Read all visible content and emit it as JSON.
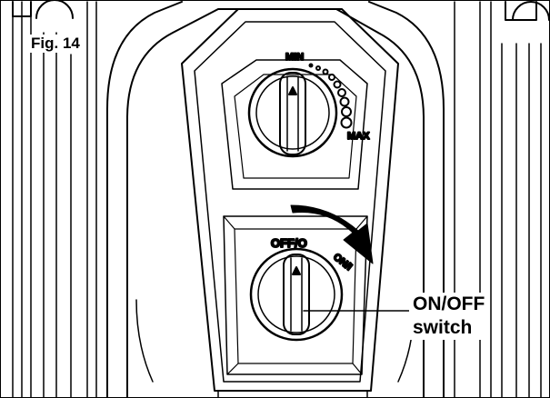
{
  "figure_label": "Fig. 14",
  "speed_dial": {
    "min_label": "MIN",
    "max_label": "MAX"
  },
  "power_dial": {
    "off_label": "OFF/O",
    "on_label": "ON/I"
  },
  "callout": {
    "line1": "ON/OFF",
    "line2": "switch"
  },
  "colors": {
    "ink": "#000000",
    "paper": "#ffffff"
  }
}
